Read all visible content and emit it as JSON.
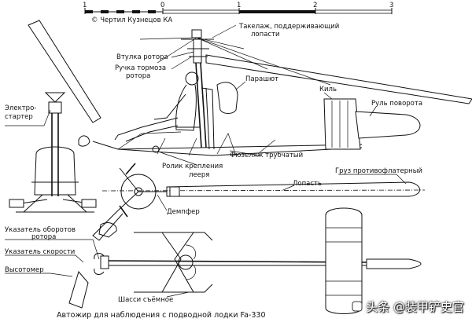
{
  "scale": {
    "ticks": [
      "1",
      "0",
      "1",
      "2",
      "3"
    ],
    "author": "© Чертил Кузнецов КА"
  },
  "labels": {
    "takelazh": "Такелаж, поддерживающий",
    "lopasti": "лопасти",
    "vtulka": "Втулка ротора",
    "ruchka1": "Ручка тормоза",
    "ruchka2": "ротора",
    "parashyut": "Парашют",
    "kil": "Киль",
    "rul": "Руль поворота",
    "elektro1": "Электро-",
    "elektro2": "стартер",
    "fuselyazh": "Фюзеляж трубчатый",
    "rolik1": "Ролик крепления",
    "rolik2": "лееря",
    "gruz": "Груз противофлатерный",
    "lopast": "Лопасть",
    "dempfer": "Демпфер",
    "ukaz_ob1": "Указатель оборотов",
    "ukaz_ob2": "ротора",
    "ukaz_sk": "Указатель скорости",
    "vysotomer": "Высотомер",
    "shassi": "Шасси съёмное"
  },
  "caption": "Автожир для наблюдения с подводной лодки Fa-330",
  "watermark": {
    "icon": "toutiao-logo-icon",
    "text": "头条 @装甲铲史官"
  }
}
